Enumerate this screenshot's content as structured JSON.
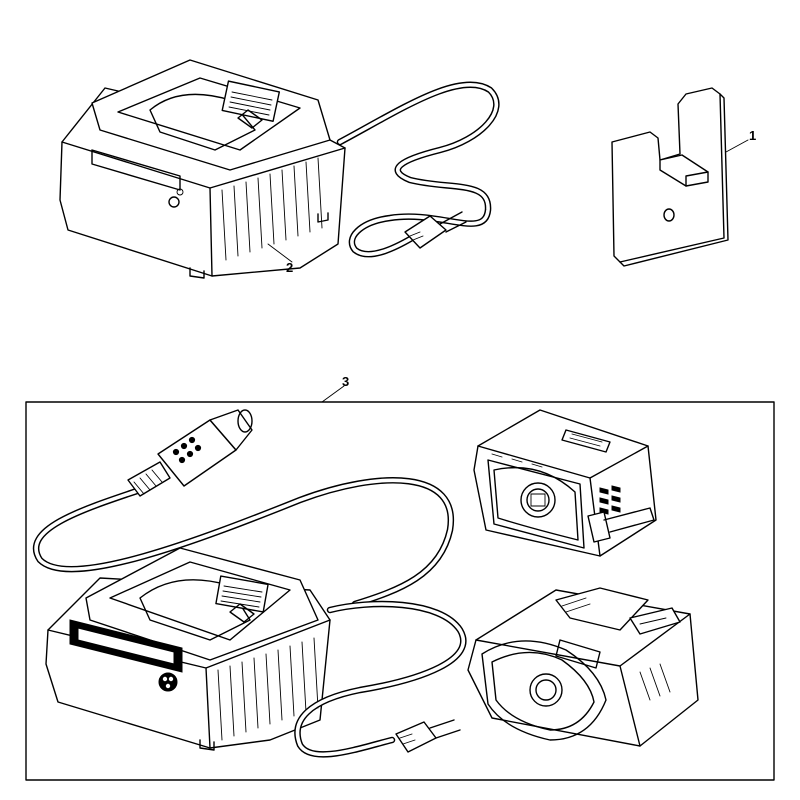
{
  "callouts": {
    "bracket": "1",
    "charger": "2",
    "kit": "3"
  },
  "parts": [
    {
      "callout": "1",
      "name": "wall-mount-bracket"
    },
    {
      "callout": "2",
      "name": "battery-charger"
    },
    {
      "callout": "3",
      "name": "charger-kit"
    }
  ],
  "colors": {
    "line": "#000000",
    "background": "#ffffff"
  }
}
